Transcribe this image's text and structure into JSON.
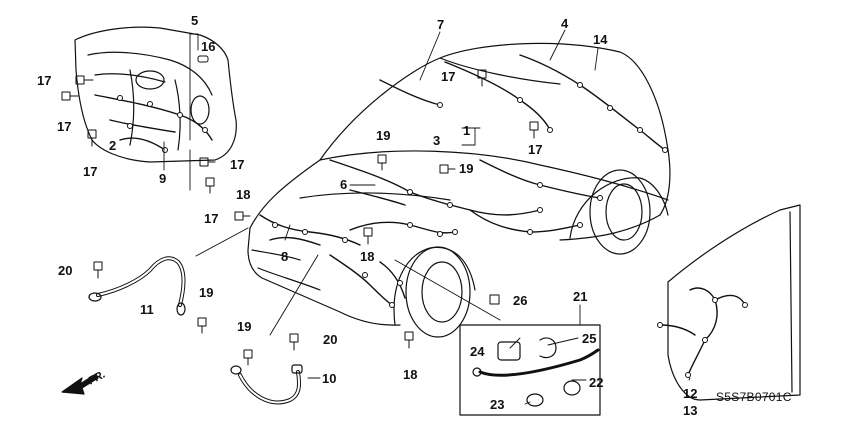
{
  "diagram": {
    "diagram_code": "S5S7B0701C",
    "front_marker": "FR.",
    "callouts": [
      {
        "id": "c1",
        "text": "1"
      },
      {
        "id": "c2",
        "text": "2"
      },
      {
        "id": "c3",
        "text": "3"
      },
      {
        "id": "c4",
        "text": "4"
      },
      {
        "id": "c5",
        "text": "5"
      },
      {
        "id": "c6",
        "text": "6"
      },
      {
        "id": "c7",
        "text": "7"
      },
      {
        "id": "c8",
        "text": "8"
      },
      {
        "id": "c9",
        "text": "9"
      },
      {
        "id": "c10",
        "text": "10"
      },
      {
        "id": "c11",
        "text": "11"
      },
      {
        "id": "c12",
        "text": "12"
      },
      {
        "id": "c13",
        "text": "13"
      },
      {
        "id": "c14",
        "text": "14"
      },
      {
        "id": "c16",
        "text": "16"
      },
      {
        "id": "c17a",
        "text": "17"
      },
      {
        "id": "c17b",
        "text": "17"
      },
      {
        "id": "c17c",
        "text": "17"
      },
      {
        "id": "c17d",
        "text": "17"
      },
      {
        "id": "c17e",
        "text": "17"
      },
      {
        "id": "c17f",
        "text": "17"
      },
      {
        "id": "c17g",
        "text": "17"
      },
      {
        "id": "c18a",
        "text": "18"
      },
      {
        "id": "c18b",
        "text": "18"
      },
      {
        "id": "c18c",
        "text": "18"
      },
      {
        "id": "c19a",
        "text": "19"
      },
      {
        "id": "c19b",
        "text": "19"
      },
      {
        "id": "c19c",
        "text": "19"
      },
      {
        "id": "c19d",
        "text": "19"
      },
      {
        "id": "c20a",
        "text": "20"
      },
      {
        "id": "c20b",
        "text": "20"
      },
      {
        "id": "c21",
        "text": "21"
      },
      {
        "id": "c22",
        "text": "22"
      },
      {
        "id": "c23",
        "text": "23"
      },
      {
        "id": "c24",
        "text": "24"
      },
      {
        "id": "c25",
        "text": "25"
      },
      {
        "id": "c26",
        "text": "26"
      }
    ]
  }
}
